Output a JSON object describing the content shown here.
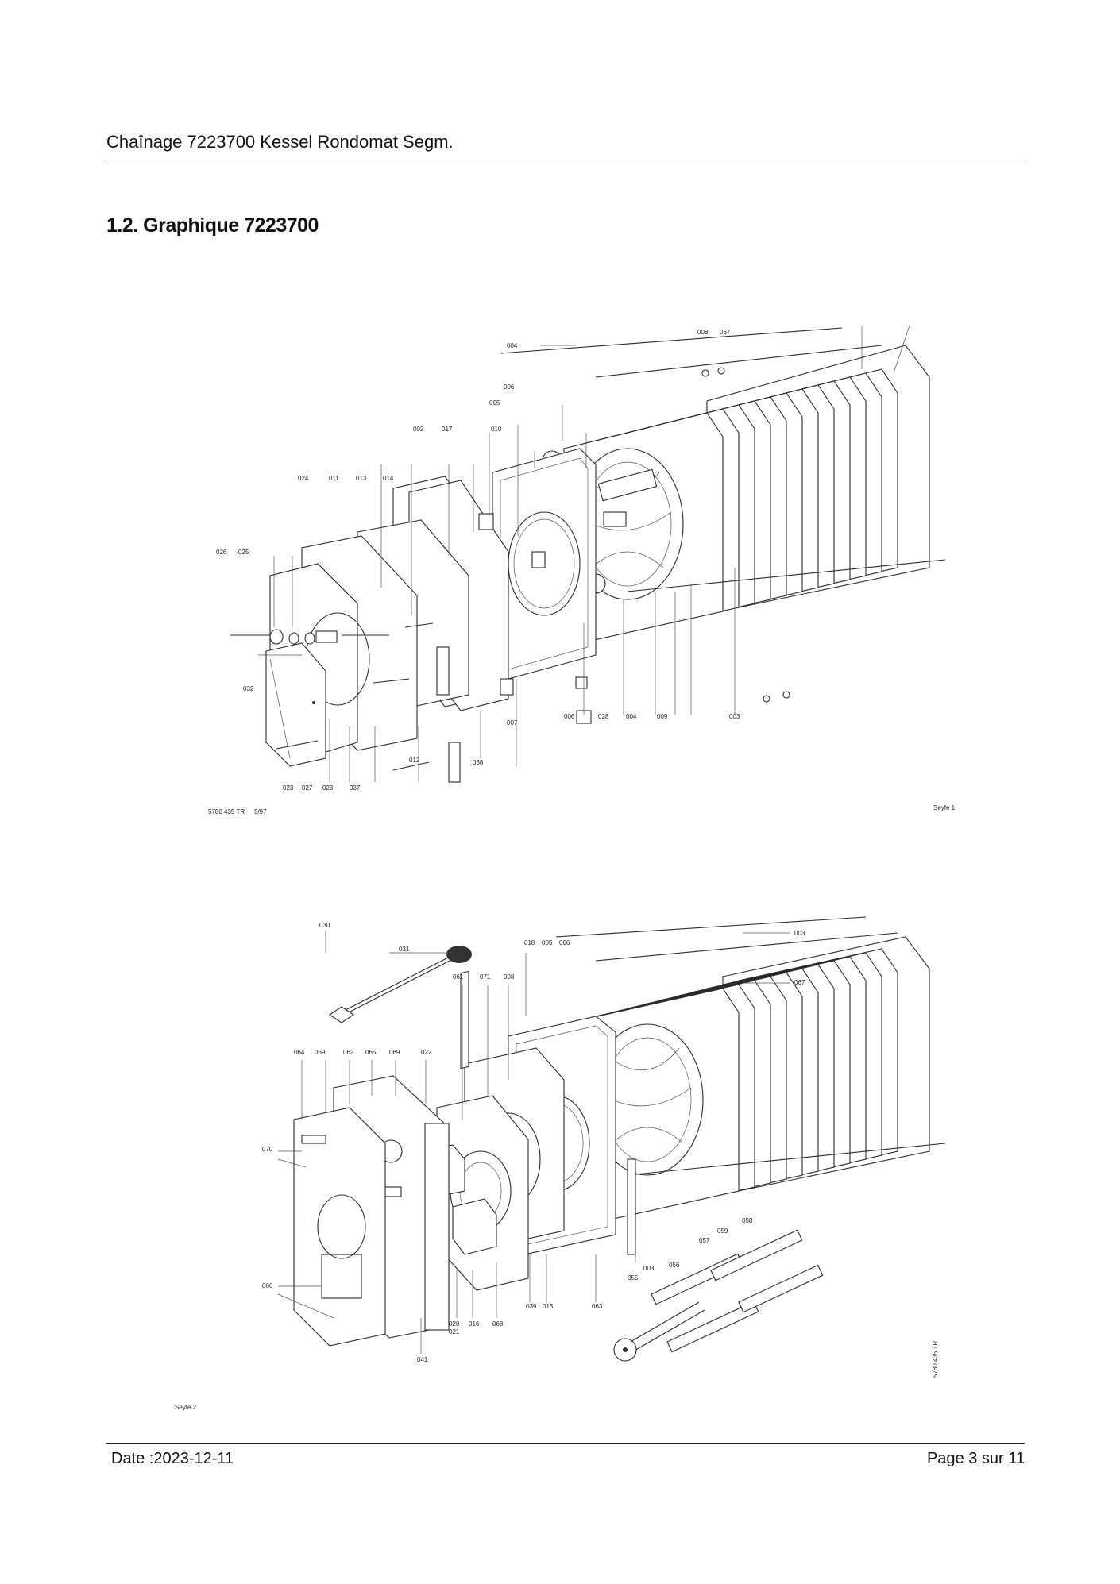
{
  "header": {
    "title": "Chaînage 7223700 Kessel Rondomat Segm."
  },
  "section": {
    "title": "1.2. Graphique 7223700"
  },
  "figure1": {
    "labels": [
      "004",
      "008",
      "067",
      "006",
      "005",
      "002",
      "017",
      "010",
      "024",
      "011",
      "013",
      "014",
      "026",
      "025",
      "032",
      "007",
      "006",
      "028",
      "004",
      "009",
      "003",
      "012",
      "038",
      "023",
      "027",
      "023",
      "037"
    ],
    "ref": "5780 435 TR",
    "ref_date": "5/97",
    "sheet": "Seyfe 1"
  },
  "figure2": {
    "labels": [
      "030",
      "031",
      "018",
      "005",
      "006",
      "003",
      "061",
      "071",
      "008",
      "067",
      "064",
      "069",
      "062",
      "065",
      "069",
      "022",
      "070",
      "066",
      "020",
      "021",
      "016",
      "068",
      "039",
      "015",
      "063",
      "055",
      "003",
      "056",
      "057",
      "059",
      "058",
      "041"
    ],
    "ref": "5780 435 TR",
    "sheet": "Seyfe 2"
  },
  "footer": {
    "date": "Date :2023-12-11",
    "page": "Page 3 sur  11"
  }
}
